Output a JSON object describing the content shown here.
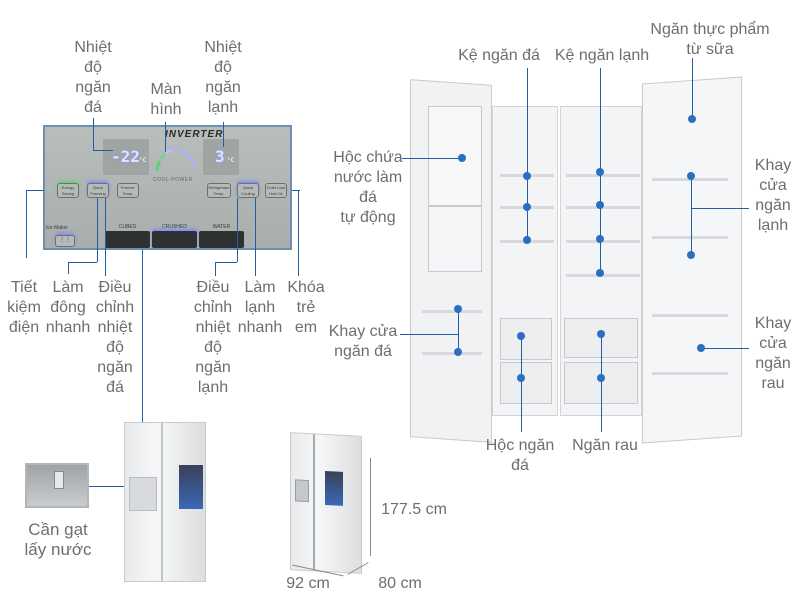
{
  "panel": {
    "brand": "INVERTER",
    "freezer_temp": "-22",
    "fridge_temp": "3",
    "unit": "°C",
    "gauge_label": "COOL-POWER",
    "buttons": {
      "energy_saving": "Energy Saving",
      "quick_freezing": "Quick Freezing",
      "freezer_temp": "Freezer Temp.",
      "refrigerator_temp": "Refrigerator Temp.",
      "quick_cooling": "Quick Cooling",
      "child_lock": "Child Lock Hold 3s",
      "ice_maker": "Ice Maker",
      "cubes": "CUBES",
      "crushed": "CRUSHED",
      "water": "WATER"
    }
  },
  "labels": {
    "freezer_temp": "Nhiệt\nđộ\nngăn\nđá",
    "display": "Màn\nhình",
    "fridge_temp": "Nhiệt\nđộ\nngăn\nlạnh",
    "energy_saving": "Tiết\nkiệm\nđiện",
    "quick_freeze": "Làm\nđông\nnhanh",
    "adjust_freezer": "Điều\nchỉnh\nnhiệt\nđộ\nngăn\nđá",
    "adjust_fridge": "Điều\nchỉnh\nnhiệt\nđộ\nngăn\nlạnh",
    "quick_cool": "Làm\nlạnh\nnhanh",
    "child_lock": "Khóa\ntrẻ\nem",
    "water_lever": "Cần gạt\nlấy nước",
    "height": "177.5 cm",
    "width": "92 cm",
    "depth": "80 cm",
    "freezer_shelf": "Kệ ngăn đá",
    "fridge_shelf": "Kệ ngăn lạnh",
    "dairy": "Ngăn thực phẩm\ntừ sữa",
    "ice_water_box": "Hộc chứa\nnước làm đá\ntự động",
    "fridge_door_tray": "Khay\ncửa\nngăn\nlạnh",
    "freezer_door_tray": "Khay cửa\nngăn đá",
    "veg_door_tray": "Khay\ncửa\nngăn\nrau",
    "freezer_drawer": "Hộc ngăn\nđá",
    "veg_drawer": "Ngăn rau"
  },
  "colors": {
    "callout_line": "#1f5fa6",
    "callout_dot": "#2a6fc2",
    "label_text": "#6e6e6e"
  }
}
